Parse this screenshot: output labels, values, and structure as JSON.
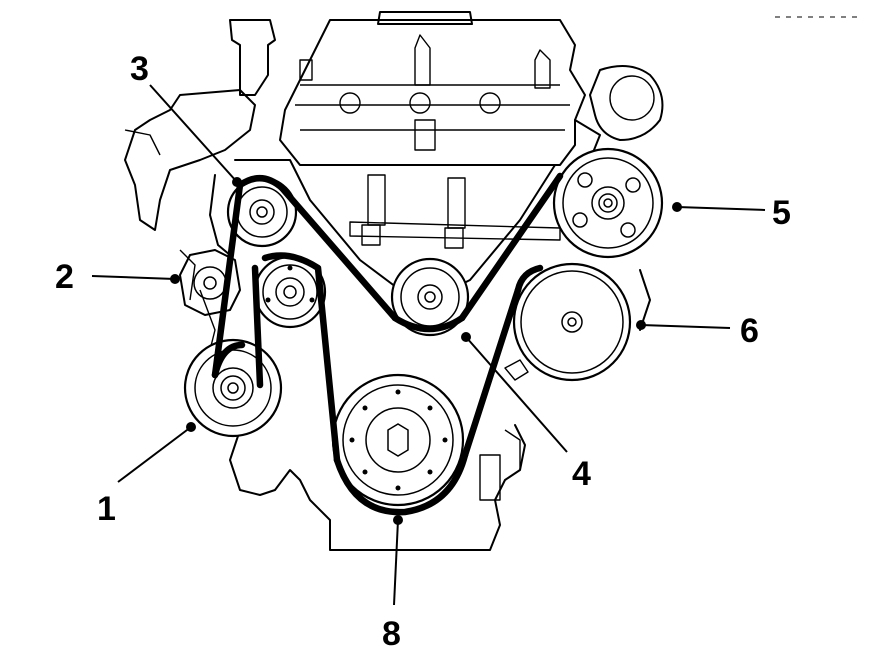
{
  "diagram": {
    "callouts": [
      {
        "id": "1",
        "label": "1"
      },
      {
        "id": "2",
        "label": "2"
      },
      {
        "id": "3",
        "label": "3"
      },
      {
        "id": "4",
        "label": "4"
      },
      {
        "id": "5",
        "label": "5"
      },
      {
        "id": "6",
        "label": "6"
      },
      {
        "id": "8",
        "label": "8"
      }
    ]
  }
}
